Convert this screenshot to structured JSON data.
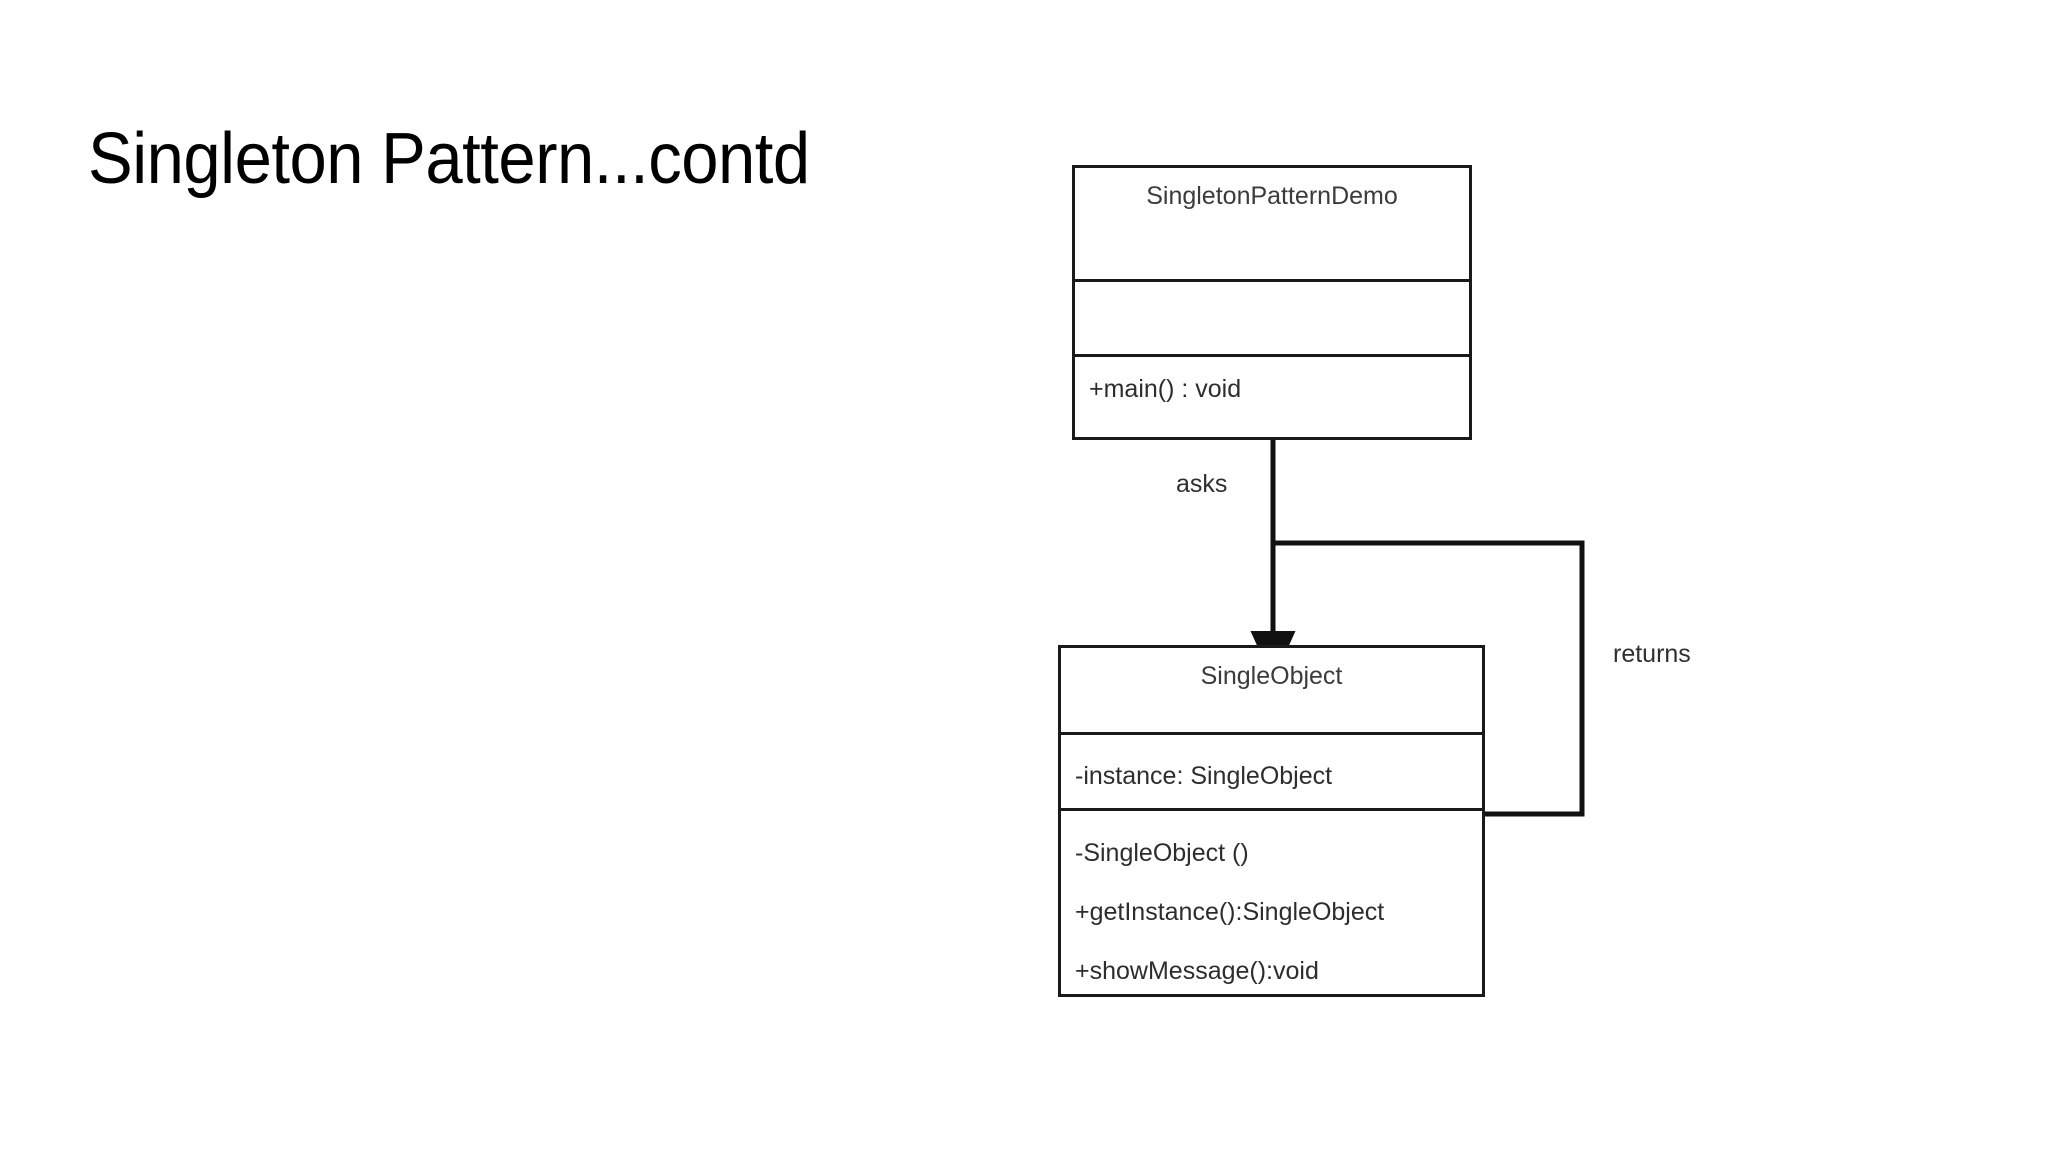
{
  "slide": {
    "title": "Singleton Pattern...contd",
    "background_color": "#ffffff",
    "title_color": "#000000"
  },
  "diagram": {
    "type": "uml-class-diagram",
    "line_color": "#1a1a1a",
    "text_color": "#2d2d2d",
    "classes": [
      {
        "id": "singleton-pattern-demo",
        "name": "SingletonPatternDemo",
        "attributes": [],
        "operations": [
          "+main() : void"
        ]
      },
      {
        "id": "single-object",
        "name": "SingleObject",
        "attributes": [
          "-instance: SingleObject"
        ],
        "operations": [
          "-SingleObject ()",
          "+getInstance():SingleObject",
          "+showMessage():void"
        ]
      }
    ],
    "edges": [
      {
        "id": "asks",
        "label": "asks",
        "from": "singleton-pattern-demo",
        "to": "single-object",
        "arrow": "solid-filled-head"
      },
      {
        "id": "returns",
        "label": "returns",
        "from": "single-object",
        "to": "singleton-pattern-demo",
        "arrow": "none"
      }
    ]
  }
}
